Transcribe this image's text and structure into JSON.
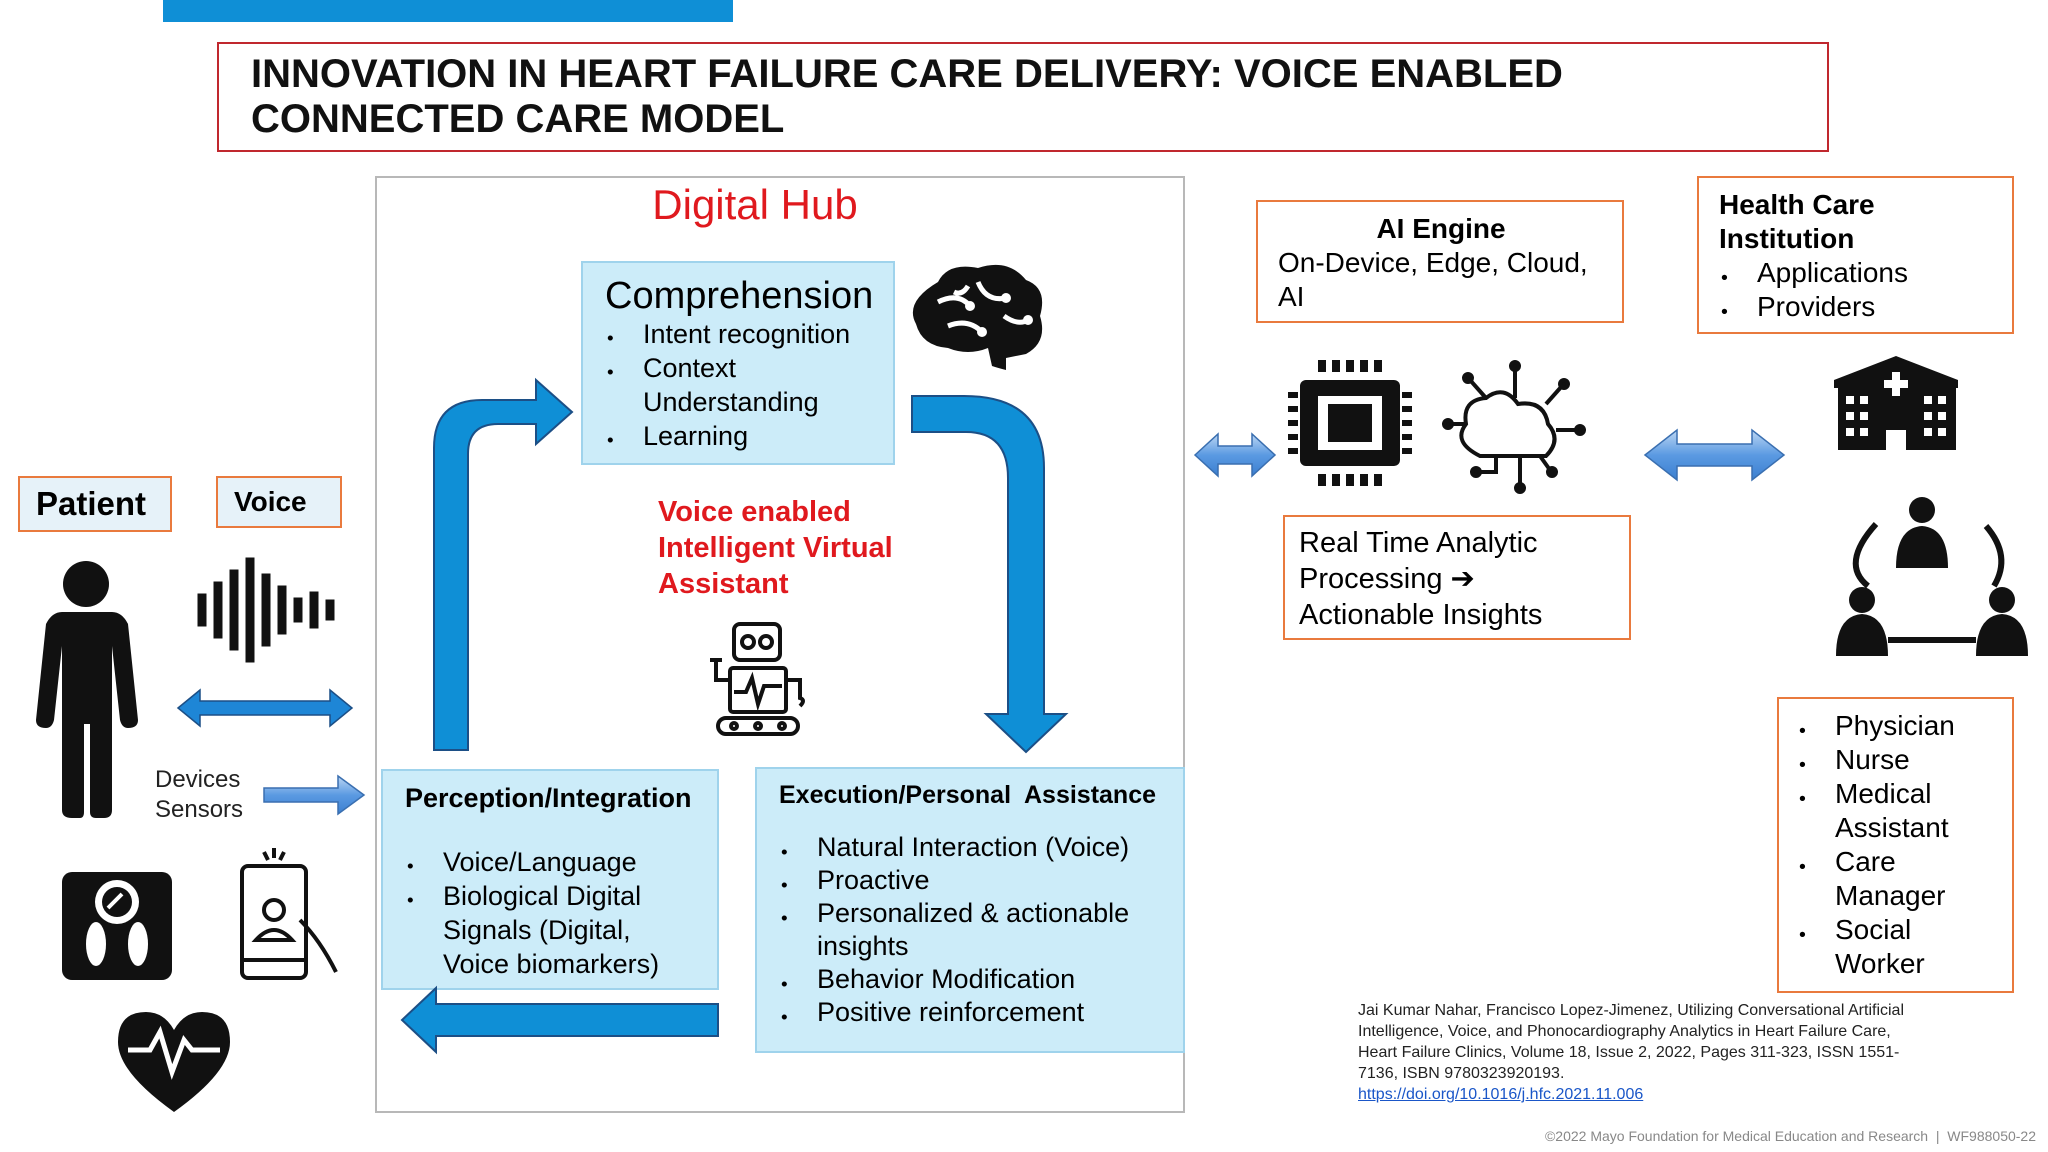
{
  "title": "INNOVATION IN HEART FAILURE CARE DELIVERY: VOICE ENABLED CONNECTED CARE MODEL",
  "hub": {
    "title": "Digital Hub",
    "assistant_label": "Voice enabled Intelligent Virtual Assistant",
    "comprehension": {
      "title": "Comprehension",
      "items": [
        "Intent recognition",
        "Context Understanding",
        "Learning"
      ]
    },
    "perception": {
      "title": "Perception/Integration",
      "items": [
        "Voice/Language",
        "Biological Digital Signals (Digital, Voice biomarkers)"
      ]
    },
    "execution": {
      "title": "Execution/Personal  Assistance",
      "items": [
        "Natural Interaction (Voice)",
        "Proactive",
        "Personalized & actionable insights",
        "Behavior Modification",
        "Positive reinforcement"
      ]
    }
  },
  "patient": {
    "label": "Patient",
    "voice_label": "Voice",
    "devices_line1": "Devices",
    "devices_line2": "Sensors"
  },
  "ai_engine": {
    "title": "AI Engine",
    "subtitle": "On-Device, Edge, Cloud, AI"
  },
  "analytics": {
    "line1": "Real Time Analytic",
    "line2": "Processing ➔",
    "line3": "Actionable Insights"
  },
  "institution": {
    "title": "Health Care Institution",
    "items": [
      "Applications",
      "Providers"
    ]
  },
  "care_team": {
    "items": [
      "Physician",
      "Nurse",
      "Medical Assistant",
      "Care Manager",
      "Social Worker"
    ]
  },
  "citation": {
    "text": "Jai Kumar Nahar, Francisco Lopez-Jimenez, Utilizing Conversational Artificial Intelligence, Voice, and Phonocardiography Analytics in Heart Failure Care, Heart Failure Clinics, Volume 18, Issue 2, 2022, Pages 311-323, ISSN 1551-7136, ISBN 9780323920193.",
    "link": "https://doi.org/10.1016/j.hfc.2021.11.006"
  },
  "footer": "©2022 Mayo Foundation for Medical Education and Research  |  WF988050-22",
  "colors": {
    "arrow_blue": "#0f8fd6",
    "box_blue": "#ccecf9",
    "box_orange": "#e97a3e",
    "title_red": "#c0282e",
    "accent_red": "#e0191e"
  }
}
